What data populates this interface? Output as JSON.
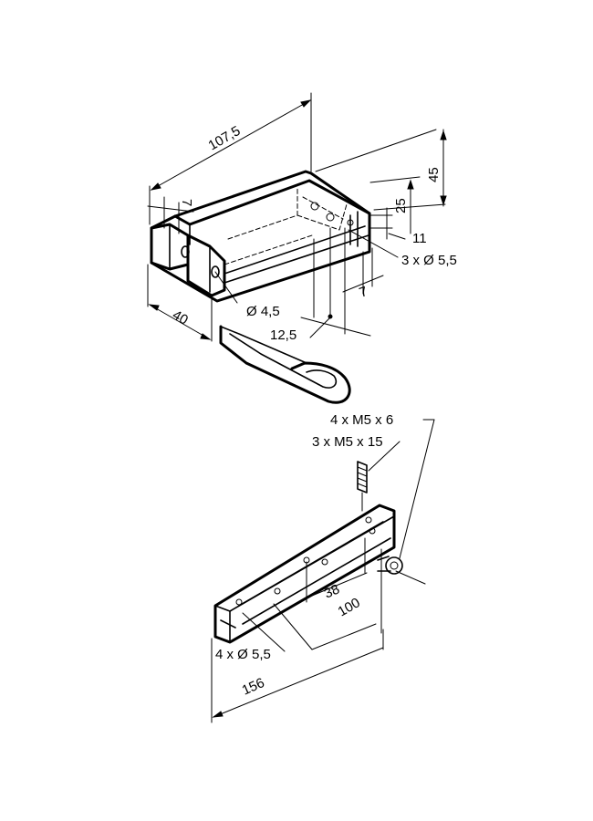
{
  "dimensions": {
    "width_1075": "107,5",
    "offset_7_top": "7",
    "height_45": "45",
    "height_25": "25",
    "gap_11": "11",
    "holes_3x55": "3 x Ø 5,5",
    "width_7": "7",
    "hole_45": "Ø 4,5",
    "pitch_125": "12,5",
    "depth_40": "40",
    "screws_m5x6": "4 x M5 x 6",
    "screws_m5x15": "3 x M5 x 15",
    "pitch_38": "38",
    "pitch_100": "100",
    "holes_4x55": "4 x Ø 5,5",
    "length_156": "156"
  }
}
